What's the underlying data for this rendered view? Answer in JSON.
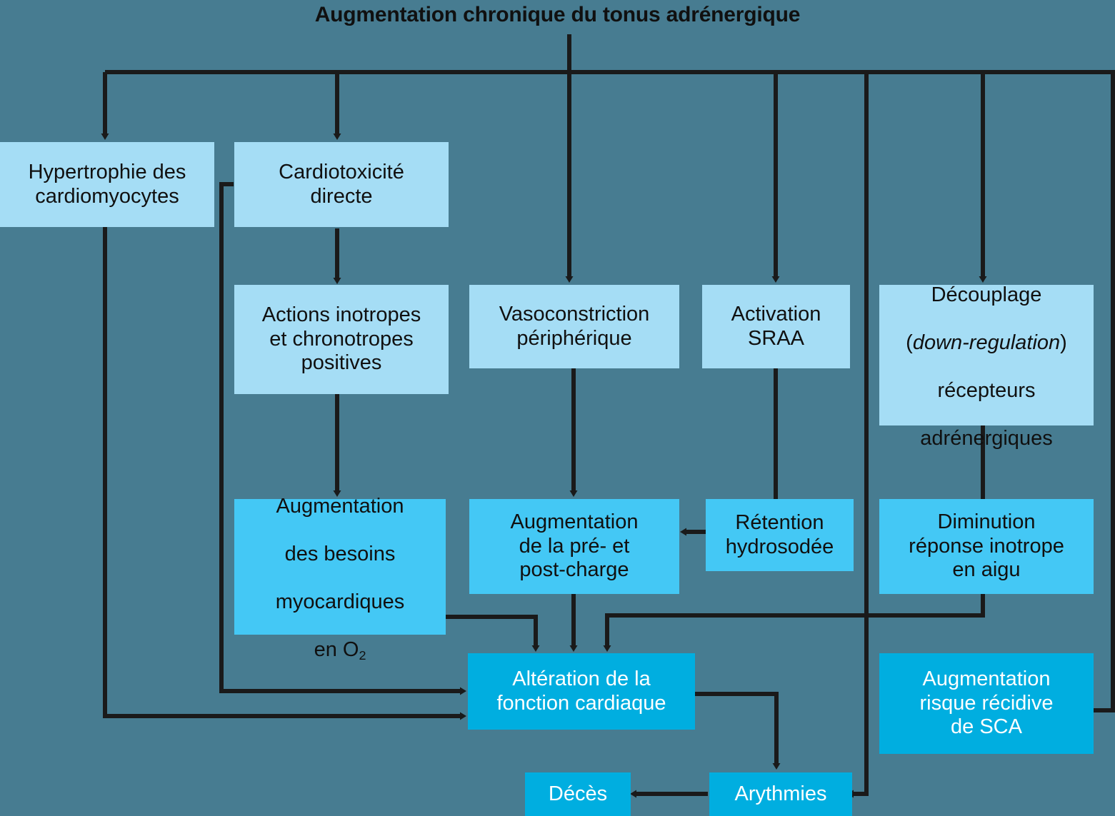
{
  "diagram": {
    "type": "flowchart",
    "title": "Augmentation chronique du tonus adrénergique",
    "background_color": "#477C91",
    "palette": {
      "level1_box": "#A5DDF5",
      "level2_box": "#44C8F5",
      "level3_box": "#00AEE0",
      "connector": "#1A1A1A",
      "text_dark": "#101010",
      "text_light": "#FFFFFF"
    },
    "nodes": [
      {
        "id": "hypertrophie",
        "label": "Hypertrophie des\ncardiomyocytes",
        "tier": "level1"
      },
      {
        "id": "cardiotox",
        "label": "Cardiotoxicité\ndirecte",
        "tier": "level1"
      },
      {
        "id": "inotropes",
        "label": "Actions inotropes\net chronotropes\npositives",
        "tier": "level1"
      },
      {
        "id": "vasoconstr",
        "label": "Vasoconstriction\npériphérique",
        "tier": "level1"
      },
      {
        "id": "sraa",
        "label": "Activation\nSRAA",
        "tier": "level1"
      },
      {
        "id": "decouplage",
        "label_line1": "Découplage",
        "label_line2_pre": "(",
        "label_line2_ital": "down-regulation",
        "label_line2_post": ")",
        "label_line3": "récepteurs",
        "label_line4": "adrénergiques",
        "tier": "level1"
      },
      {
        "id": "besoins_o2",
        "label_line1": "Augmentation",
        "label_line2": "des besoins",
        "label_line3": "myocardiques",
        "label_line4_pre": "en O",
        "label_line4_sub": "2",
        "tier": "level2"
      },
      {
        "id": "pre_post",
        "label": "Augmentation\nde la pré- et\npost-charge",
        "tier": "level2"
      },
      {
        "id": "retention",
        "label": "Rétention\nhydrosodée",
        "tier": "level2"
      },
      {
        "id": "diminution",
        "label": "Diminution\nréponse inotrope\nen aigu",
        "tier": "level2"
      },
      {
        "id": "alteration",
        "label": "Altération de la\nfonction cardiaque",
        "tier": "level3"
      },
      {
        "id": "recidive_sca",
        "label": "Augmentation\nrisque récidive\nde SCA",
        "tier": "level3"
      },
      {
        "id": "deces",
        "label": "Décès",
        "tier": "level3"
      },
      {
        "id": "arythmies",
        "label": "Arythmies",
        "tier": "level3"
      }
    ],
    "edges": [
      {
        "from": "title",
        "to": "hypertrophie",
        "arrow": true
      },
      {
        "from": "title",
        "to": "cardiotox",
        "arrow": true
      },
      {
        "from": "title",
        "to": "vasoconstr",
        "arrow": true
      },
      {
        "from": "title",
        "to": "sraa",
        "arrow": true
      },
      {
        "from": "title",
        "to": "decouplage",
        "arrow": true
      },
      {
        "from": "title",
        "to": "arythmies",
        "arrow": true
      },
      {
        "from": "title",
        "to": "recidive_sca",
        "arrow": true
      },
      {
        "from": "cardiotox",
        "to": "inotropes",
        "arrow": true
      },
      {
        "from": "cardiotox",
        "to": "alteration",
        "arrow": true
      },
      {
        "from": "hypertrophie",
        "to": "alteration",
        "arrow": true
      },
      {
        "from": "inotropes",
        "to": "besoins_o2",
        "arrow": true
      },
      {
        "from": "vasoconstr",
        "to": "pre_post",
        "arrow": true
      },
      {
        "from": "sraa",
        "to": "retention",
        "arrow": true
      },
      {
        "from": "decouplage",
        "to": "diminution",
        "arrow": true
      },
      {
        "from": "retention",
        "to": "pre_post",
        "arrow": true
      },
      {
        "from": "besoins_o2",
        "to": "alteration",
        "arrow": true
      },
      {
        "from": "pre_post",
        "to": "alteration",
        "arrow": true
      },
      {
        "from": "diminution",
        "to": "alteration",
        "arrow": true
      },
      {
        "from": "alteration",
        "to": "arythmies",
        "arrow": true
      },
      {
        "from": "arythmies",
        "to": "deces",
        "arrow": true
      }
    ]
  }
}
